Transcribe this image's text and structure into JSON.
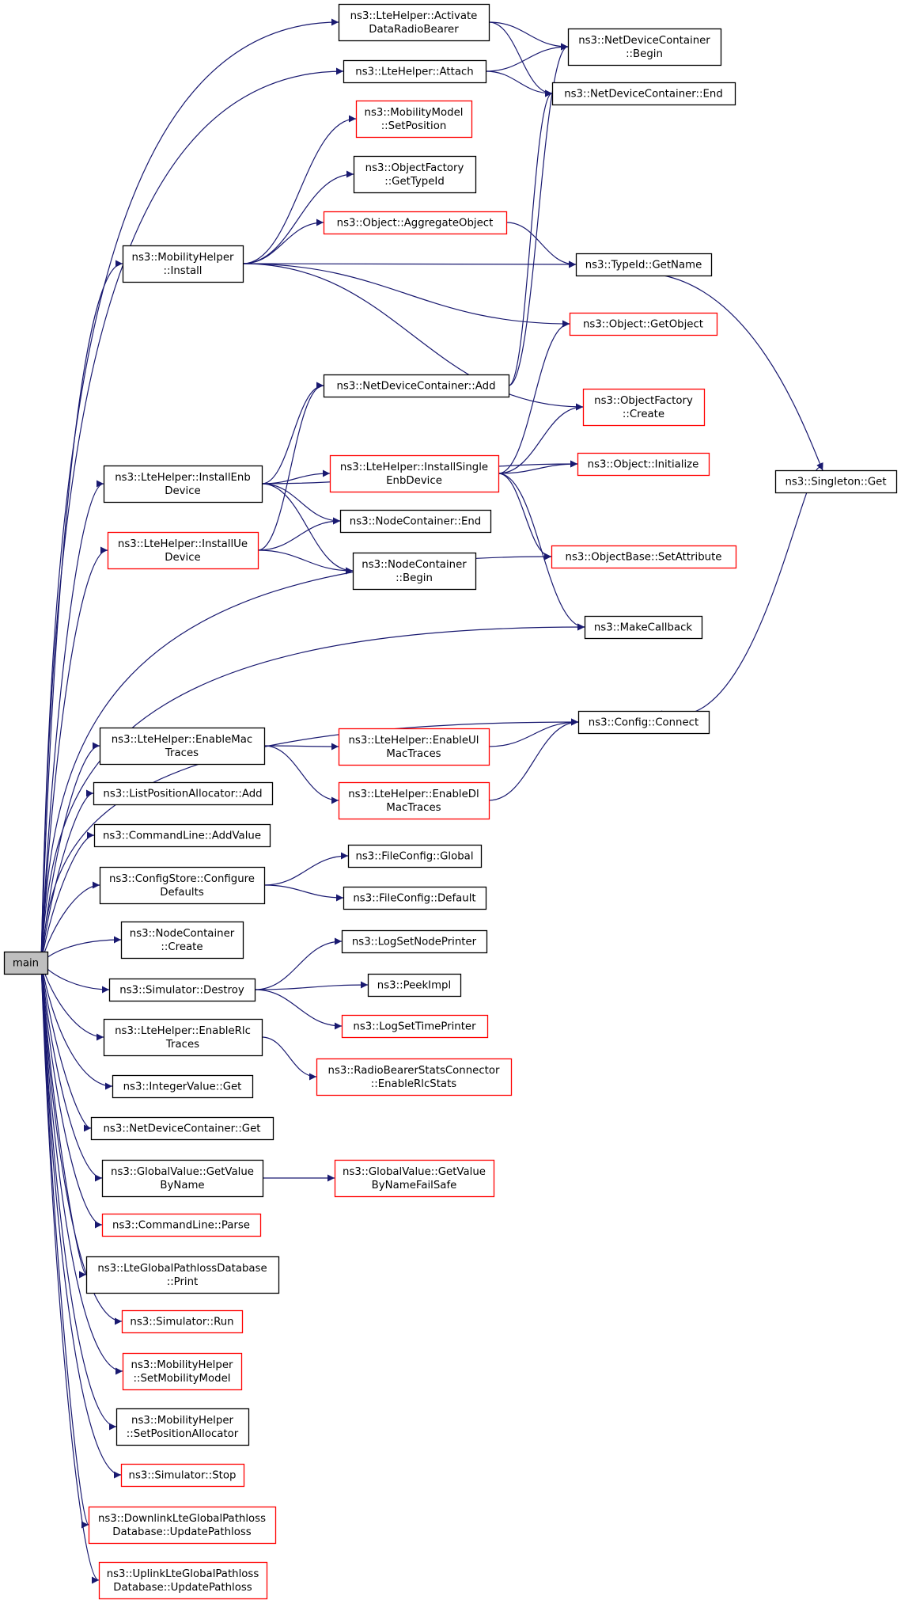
{
  "colors": {
    "edge": "#191970",
    "box_normal": "#000000",
    "box_link": "#ff0000",
    "root_fill": "#bfbfbf",
    "fill": "#ffffff"
  },
  "nodes": [
    {
      "id": "main",
      "lines": [
        "main"
      ],
      "style": "root"
    },
    {
      "id": "activate",
      "lines": [
        "ns3::LteHelper::Activate",
        "DataRadioBearer"
      ],
      "style": "normal"
    },
    {
      "id": "ndc_begin",
      "lines": [
        "ns3::NetDeviceContainer",
        "::Begin"
      ],
      "style": "normal"
    },
    {
      "id": "attach",
      "lines": [
        "ns3::LteHelper::Attach"
      ],
      "style": "normal"
    },
    {
      "id": "ndc_end",
      "lines": [
        "ns3::NetDeviceContainer::End"
      ],
      "style": "normal"
    },
    {
      "id": "mm_setpos",
      "lines": [
        "ns3::MobilityModel",
        "::SetPosition"
      ],
      "style": "link"
    },
    {
      "id": "of_gettypeid",
      "lines": [
        "ns3::ObjectFactory",
        "::GetTypeId"
      ],
      "style": "normal"
    },
    {
      "id": "aggregate",
      "lines": [
        "ns3::Object::AggregateObject"
      ],
      "style": "link"
    },
    {
      "id": "mh_install",
      "lines": [
        "ns3::MobilityHelper",
        "::Install"
      ],
      "style": "normal"
    },
    {
      "id": "typeid_getname",
      "lines": [
        "ns3::TypeId::GetName"
      ],
      "style": "normal"
    },
    {
      "id": "getobject",
      "lines": [
        "ns3::Object::GetObject"
      ],
      "style": "link"
    },
    {
      "id": "ndc_add",
      "lines": [
        "ns3::NetDeviceContainer::Add"
      ],
      "style": "normal"
    },
    {
      "id": "of_create",
      "lines": [
        "ns3::ObjectFactory",
        "::Create"
      ],
      "style": "link"
    },
    {
      "id": "install_enb",
      "lines": [
        "ns3::LteHelper::InstallEnb",
        "Device"
      ],
      "style": "normal"
    },
    {
      "id": "install_single",
      "lines": [
        "ns3::LteHelper::InstallSingle",
        "EnbDevice"
      ],
      "style": "link"
    },
    {
      "id": "obj_init",
      "lines": [
        "ns3::Object::Initialize"
      ],
      "style": "link"
    },
    {
      "id": "singleton_get",
      "lines": [
        "ns3::Singleton::Get"
      ],
      "style": "normal"
    },
    {
      "id": "nc_end",
      "lines": [
        "ns3::NodeContainer::End"
      ],
      "style": "normal"
    },
    {
      "id": "install_ue",
      "lines": [
        "ns3::LteHelper::InstallUe",
        "Device"
      ],
      "style": "link"
    },
    {
      "id": "nc_begin",
      "lines": [
        "ns3::NodeContainer",
        "::Begin"
      ],
      "style": "normal"
    },
    {
      "id": "ob_setattr",
      "lines": [
        "ns3::ObjectBase::SetAttribute"
      ],
      "style": "link"
    },
    {
      "id": "makecallback",
      "lines": [
        "ns3::MakeCallback"
      ],
      "style": "normal"
    },
    {
      "id": "config_connect",
      "lines": [
        "ns3::Config::Connect"
      ],
      "style": "normal"
    },
    {
      "id": "enable_mac",
      "lines": [
        "ns3::LteHelper::EnableMac",
        "Traces"
      ],
      "style": "normal"
    },
    {
      "id": "enable_ul",
      "lines": [
        "ns3::LteHelper::EnableUl",
        "MacTraces"
      ],
      "style": "link"
    },
    {
      "id": "lpa_add",
      "lines": [
        "ns3::ListPositionAllocator::Add"
      ],
      "style": "normal"
    },
    {
      "id": "enable_dl",
      "lines": [
        "ns3::LteHelper::EnableDl",
        "MacTraces"
      ],
      "style": "link"
    },
    {
      "id": "cl_addvalue",
      "lines": [
        "ns3::CommandLine::AddValue"
      ],
      "style": "normal"
    },
    {
      "id": "fc_global",
      "lines": [
        "ns3::FileConfig::Global"
      ],
      "style": "normal"
    },
    {
      "id": "cs_configure",
      "lines": [
        "ns3::ConfigStore::Configure",
        "Defaults"
      ],
      "style": "normal"
    },
    {
      "id": "fc_default",
      "lines": [
        "ns3::FileConfig::Default"
      ],
      "style": "normal"
    },
    {
      "id": "nc_create",
      "lines": [
        "ns3::NodeContainer",
        "::Create"
      ],
      "style": "normal"
    },
    {
      "id": "log_nodeprinter",
      "lines": [
        "ns3::LogSetNodePrinter"
      ],
      "style": "normal"
    },
    {
      "id": "sim_destroy",
      "lines": [
        "ns3::Simulator::Destroy"
      ],
      "style": "normal"
    },
    {
      "id": "peekimpl",
      "lines": [
        "ns3::PeekImpl"
      ],
      "style": "normal"
    },
    {
      "id": "log_timeprinter",
      "lines": [
        "ns3::LogSetTimePrinter"
      ],
      "style": "link"
    },
    {
      "id": "enable_rlc",
      "lines": [
        "ns3::LteHelper::EnableRlc",
        "Traces"
      ],
      "style": "normal"
    },
    {
      "id": "rbsc_rlc",
      "lines": [
        "ns3::RadioBearerStatsConnector",
        "::EnableRlcStats"
      ],
      "style": "link"
    },
    {
      "id": "iv_get",
      "lines": [
        "ns3::IntegerValue::Get"
      ],
      "style": "normal"
    },
    {
      "id": "ndc_get",
      "lines": [
        "ns3::NetDeviceContainer::Get"
      ],
      "style": "normal"
    },
    {
      "id": "gv_getvalue",
      "lines": [
        "ns3::GlobalValue::GetValue",
        "ByName"
      ],
      "style": "normal"
    },
    {
      "id": "gv_failsafe",
      "lines": [
        "ns3::GlobalValue::GetValue",
        "ByNameFailSafe"
      ],
      "style": "link"
    },
    {
      "id": "cl_parse",
      "lines": [
        "ns3::CommandLine::Parse"
      ],
      "style": "link"
    },
    {
      "id": "lgpd_print",
      "lines": [
        "ns3::LteGlobalPathlossDatabase",
        "::Print"
      ],
      "style": "normal"
    },
    {
      "id": "sim_run",
      "lines": [
        "ns3::Simulator::Run"
      ],
      "style": "link"
    },
    {
      "id": "mh_setmm",
      "lines": [
        "ns3::MobilityHelper",
        "::SetMobilityModel"
      ],
      "style": "link"
    },
    {
      "id": "mh_setpa",
      "lines": [
        "ns3::MobilityHelper",
        "::SetPositionAllocator"
      ],
      "style": "normal"
    },
    {
      "id": "sim_stop",
      "lines": [
        "ns3::Simulator::Stop"
      ],
      "style": "link"
    },
    {
      "id": "dl_update",
      "lines": [
        "ns3::DownlinkLteGlobalPathloss",
        "Database::UpdatePathloss"
      ],
      "style": "link"
    },
    {
      "id": "ul_update",
      "lines": [
        "ns3::UplinkLteGlobalPathloss",
        "Database::UpdatePathloss"
      ],
      "style": "link"
    }
  ],
  "edges": [
    [
      "main",
      "activate"
    ],
    [
      "main",
      "attach"
    ],
    [
      "main",
      "mh_install"
    ],
    [
      "main",
      "install_enb"
    ],
    [
      "main",
      "install_ue"
    ],
    [
      "main",
      "ob_setattr"
    ],
    [
      "main",
      "makecallback"
    ],
    [
      "main",
      "config_connect"
    ],
    [
      "main",
      "enable_mac"
    ],
    [
      "main",
      "lpa_add"
    ],
    [
      "main",
      "cl_addvalue"
    ],
    [
      "main",
      "cs_configure"
    ],
    [
      "main",
      "nc_create"
    ],
    [
      "main",
      "sim_destroy"
    ],
    [
      "main",
      "enable_rlc"
    ],
    [
      "main",
      "iv_get"
    ],
    [
      "main",
      "ndc_get"
    ],
    [
      "main",
      "gv_getvalue"
    ],
    [
      "main",
      "cl_parse"
    ],
    [
      "main",
      "lgpd_print"
    ],
    [
      "main",
      "sim_run"
    ],
    [
      "main",
      "mh_setmm"
    ],
    [
      "main",
      "mh_setpa"
    ],
    [
      "main",
      "sim_stop"
    ],
    [
      "main",
      "dl_update"
    ],
    [
      "main",
      "ul_update"
    ],
    [
      "activate",
      "ndc_begin"
    ],
    [
      "activate",
      "ndc_end"
    ],
    [
      "attach",
      "ndc_begin"
    ],
    [
      "attach",
      "ndc_end"
    ],
    [
      "mh_install",
      "mm_setpos"
    ],
    [
      "mh_install",
      "of_gettypeid"
    ],
    [
      "mh_install",
      "aggregate"
    ],
    [
      "mh_install",
      "typeid_getname"
    ],
    [
      "mh_install",
      "getobject"
    ],
    [
      "mh_install",
      "of_create"
    ],
    [
      "aggregate",
      "typeid_getname"
    ],
    [
      "typeid_getname",
      "singleton_get"
    ],
    [
      "ndc_add",
      "ndc_begin"
    ],
    [
      "ndc_add",
      "ndc_end"
    ],
    [
      "install_enb",
      "ndc_add"
    ],
    [
      "install_enb",
      "obj_init"
    ],
    [
      "install_enb",
      "install_single"
    ],
    [
      "install_enb",
      "nc_end"
    ],
    [
      "install_enb",
      "nc_begin"
    ],
    [
      "install_single",
      "getobject"
    ],
    [
      "install_single",
      "of_create"
    ],
    [
      "install_single",
      "obj_init"
    ],
    [
      "install_single",
      "ob_setattr"
    ],
    [
      "install_single",
      "makecallback"
    ],
    [
      "install_ue",
      "ndc_add"
    ],
    [
      "install_ue",
      "nc_end"
    ],
    [
      "install_ue",
      "nc_begin"
    ],
    [
      "config_connect",
      "singleton_get"
    ],
    [
      "enable_mac",
      "enable_ul"
    ],
    [
      "enable_mac",
      "enable_dl"
    ],
    [
      "enable_ul",
      "config_connect"
    ],
    [
      "enable_dl",
      "config_connect"
    ],
    [
      "cs_configure",
      "fc_global"
    ],
    [
      "cs_configure",
      "fc_default"
    ],
    [
      "sim_destroy",
      "log_nodeprinter"
    ],
    [
      "sim_destroy",
      "peekimpl"
    ],
    [
      "sim_destroy",
      "log_timeprinter"
    ],
    [
      "enable_rlc",
      "rbsc_rlc"
    ],
    [
      "gv_getvalue",
      "gv_failsafe"
    ]
  ]
}
